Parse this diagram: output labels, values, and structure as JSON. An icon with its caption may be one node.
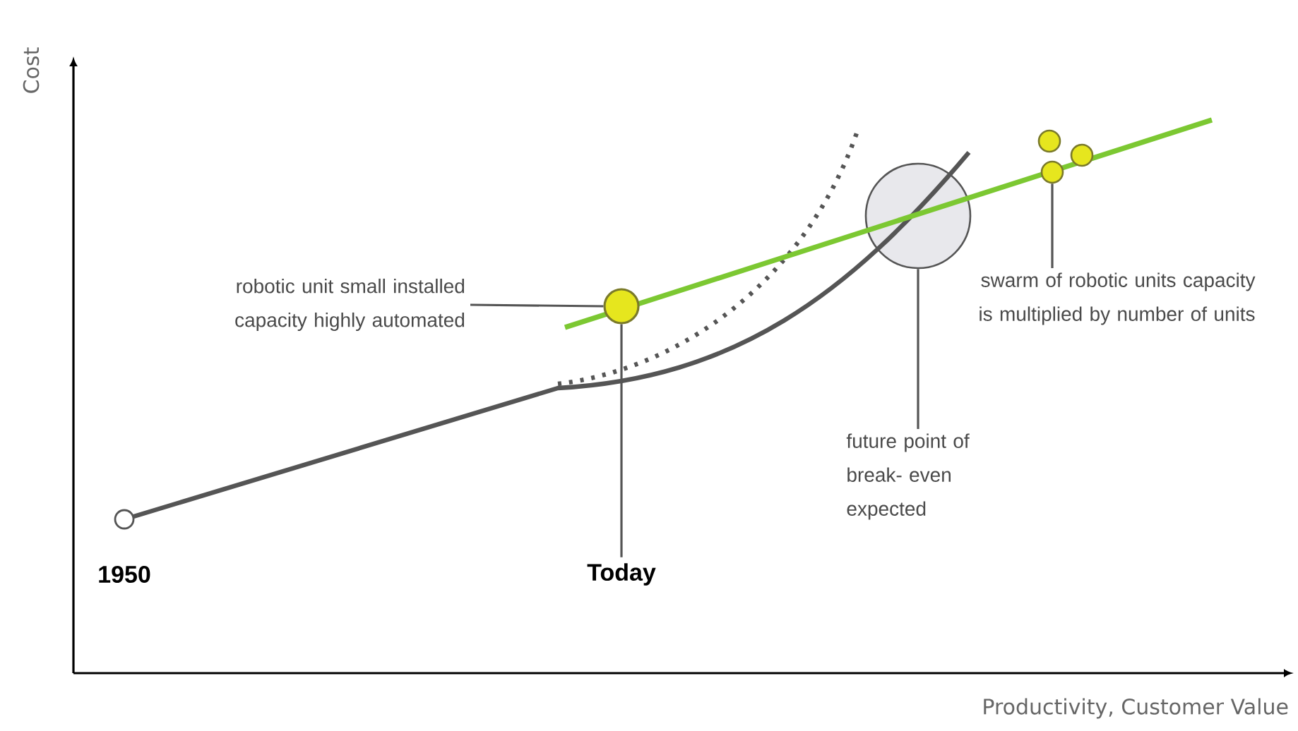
{
  "diagram": {
    "nodes": [
      {
        "text": [
          "robotic unit small installed capacity highly automated"
        ]
      },
      {
        "text": [],
        "shape": "circle"
      },
      {
        "text": [
          "Today"
        ]
      },
      {
        "text": [],
        "shape": "circle"
      },
      {
        "text": [
          "future point of break- even expected"
        ]
      },
      {
        "text": [],
        "shape": "circle"
      },
      {
        "text": [],
        "shape": "circle"
      },
      {
        "text": [],
        "shape": "circle"
      },
      {
        "text": [
          "swarm of robotic units capacity is multiplied by number of units"
        ]
      }
    ],
    "edges": [
      {
        "from": 0,
        "to": 1,
        "arrow": "none"
      },
      {
        "from": 2,
        "to": 1,
        "arrow": "none"
      },
      {
        "from": 4,
        "to": 3,
        "arrow": "none"
      },
      {
        "from": 8,
        "to": 6,
        "arrow": "none"
      }
    ],
    "labels": [
      "Cost",
      "1950",
      "Productivity, Customer Value"
    ]
  }
}
